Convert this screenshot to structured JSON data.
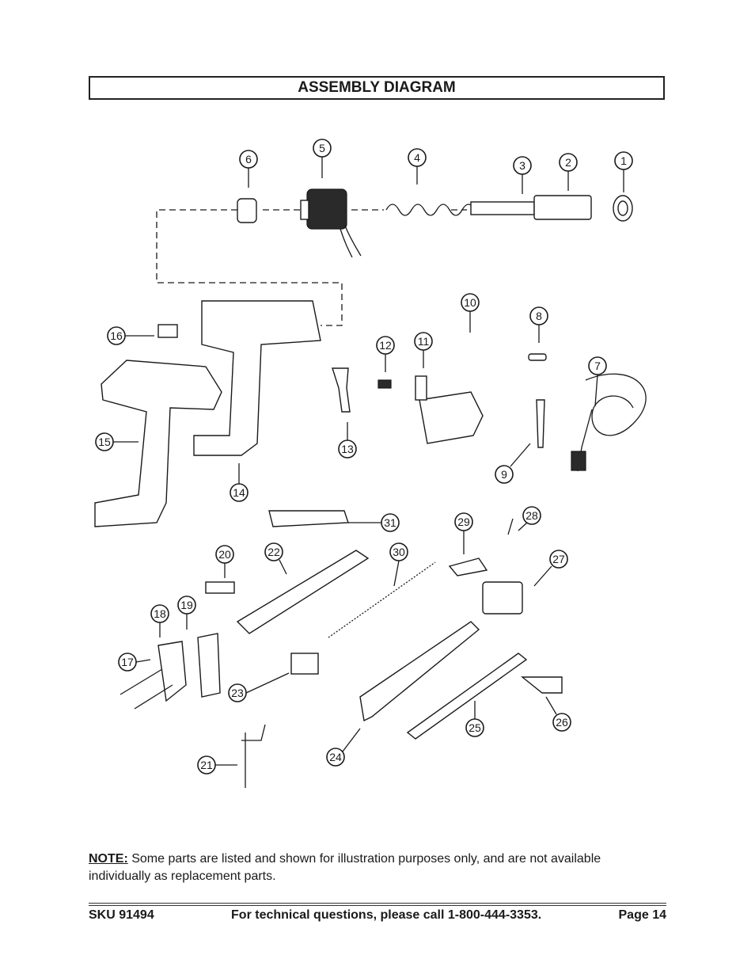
{
  "header": {
    "title": "ASSEMBLY DIAGRAM"
  },
  "diagram": {
    "callouts": [
      "1",
      "2",
      "3",
      "4",
      "5",
      "6",
      "7",
      "8",
      "9",
      "10",
      "11",
      "12",
      "13",
      "14",
      "15",
      "16",
      "17",
      "18",
      "19",
      "20",
      "21",
      "22",
      "23",
      "24",
      "25",
      "26",
      "27",
      "28",
      "29",
      "30",
      "31"
    ]
  },
  "note": {
    "label": "NOTE:",
    "text": " Some parts are listed and shown for illustration purposes only, and are not available individually as replacement parts."
  },
  "footer": {
    "sku": "SKU  91494",
    "support": "For technical questions, please call 1-800-444-3353.",
    "page": "Page 14"
  }
}
